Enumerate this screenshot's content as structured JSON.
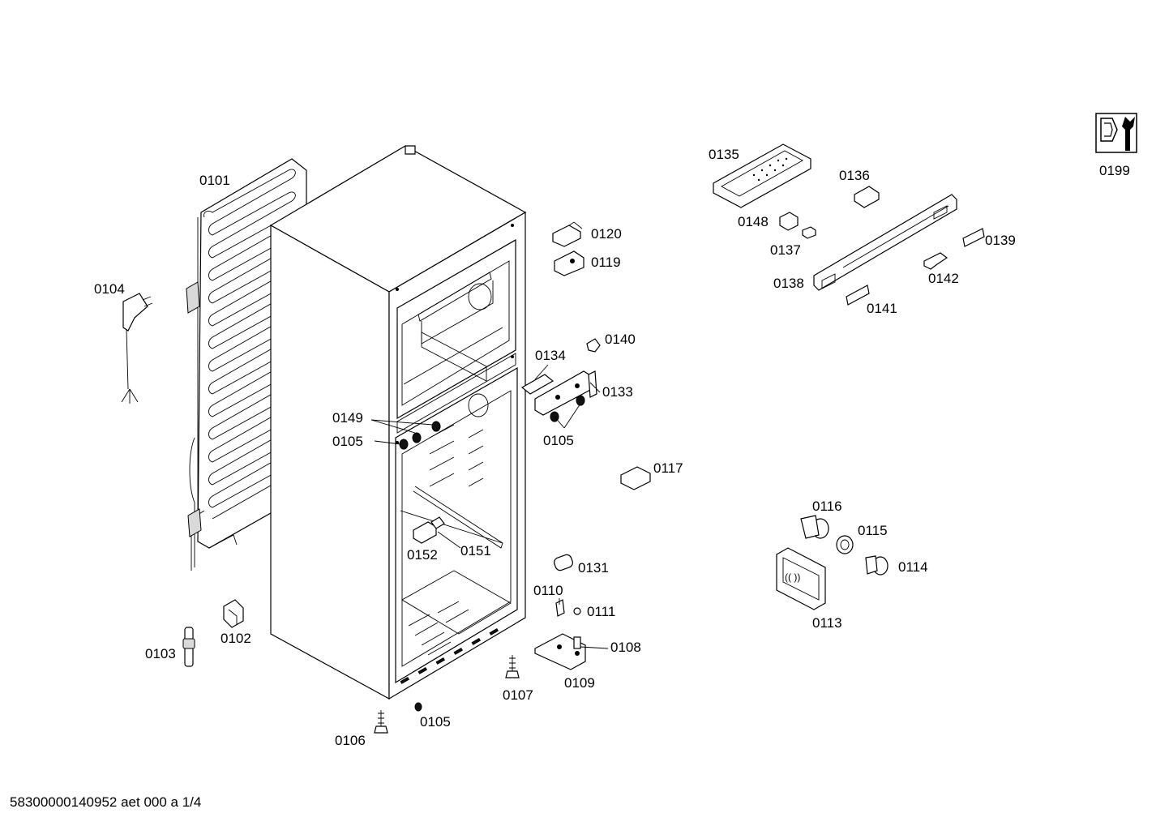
{
  "diagram": {
    "labels": [
      {
        "id": "0101",
        "text": "0101"
      },
      {
        "id": "0102",
        "text": "0102"
      },
      {
        "id": "0103",
        "text": "0103"
      },
      {
        "id": "0104",
        "text": "0104"
      },
      {
        "id": "0105a",
        "text": "0105"
      },
      {
        "id": "0105b",
        "text": "0105"
      },
      {
        "id": "0105c",
        "text": "0105"
      },
      {
        "id": "0106",
        "text": "0106"
      },
      {
        "id": "0107",
        "text": "0107"
      },
      {
        "id": "0108",
        "text": "0108"
      },
      {
        "id": "0109",
        "text": "0109"
      },
      {
        "id": "0110",
        "text": "0110"
      },
      {
        "id": "0111",
        "text": "0111"
      },
      {
        "id": "0113",
        "text": "0113"
      },
      {
        "id": "0114",
        "text": "0114"
      },
      {
        "id": "0115",
        "text": "0115"
      },
      {
        "id": "0116",
        "text": "0116"
      },
      {
        "id": "0117",
        "text": "0117"
      },
      {
        "id": "0119",
        "text": "0119"
      },
      {
        "id": "0120",
        "text": "0120"
      },
      {
        "id": "0131",
        "text": "0131"
      },
      {
        "id": "0133",
        "text": "0133"
      },
      {
        "id": "0134",
        "text": "0134"
      },
      {
        "id": "0135",
        "text": "0135"
      },
      {
        "id": "0136",
        "text": "0136"
      },
      {
        "id": "0137",
        "text": "0137"
      },
      {
        "id": "0138",
        "text": "0138"
      },
      {
        "id": "0139",
        "text": "0139"
      },
      {
        "id": "0140",
        "text": "0140"
      },
      {
        "id": "0141",
        "text": "0141"
      },
      {
        "id": "0142",
        "text": "0142"
      },
      {
        "id": "0148",
        "text": "0148"
      },
      {
        "id": "0149",
        "text": "0149"
      },
      {
        "id": "0151",
        "text": "0151"
      },
      {
        "id": "0152",
        "text": "0152"
      },
      {
        "id": "0199",
        "text": "0199"
      }
    ]
  },
  "footer": {
    "text": "58300000140952 aet 000 a 1/4"
  },
  "icons": {
    "tool": "screw-wrench-icon"
  }
}
